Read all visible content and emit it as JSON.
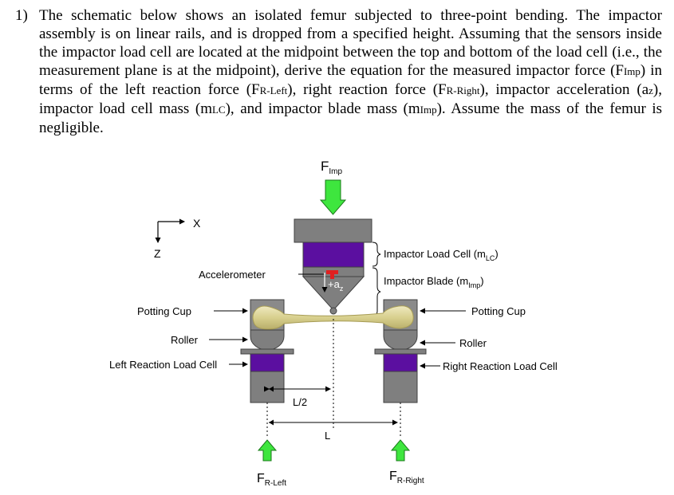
{
  "problem": {
    "number": "1)",
    "text_runs": [
      {
        "t": "The schematic below shows an isolated femur subjected to three-point bending. The impactor assembly is on linear rails, and is dropped from a specified height. Assuming that the sensors inside the impactor load cell are located at the midpoint between the top and bottom of the load cell (i.e., the measurement plane is at the midpoint), derive the equation for the measured impactor force (F"
      },
      {
        "t": "Imp",
        "sub": true
      },
      {
        "t": ") in terms of the left reaction force (F"
      },
      {
        "t": "R-Left",
        "sub": true
      },
      {
        "t": "), right reaction force (F"
      },
      {
        "t": "R-Right",
        "sub": true
      },
      {
        "t": "), impactor acceleration (a"
      },
      {
        "t": "z",
        "sub": true
      },
      {
        "t": "), impactor load cell mass (m"
      },
      {
        "t": "LC",
        "sub": true
      },
      {
        "t": "), and impactor blade mass (m"
      },
      {
        "t": "Imp",
        "sub": true
      },
      {
        "t": "). Assume the mass of the femur is negligible."
      }
    ]
  },
  "diagram": {
    "axes": {
      "x": "X",
      "z": "Z"
    },
    "f_imp": {
      "main": "F",
      "sub": "Imp"
    },
    "f_left": {
      "main": "F",
      "sub": "R-Left"
    },
    "f_right": {
      "main": "F",
      "sub": "R-Right"
    },
    "accel": {
      "main": "+a",
      "sub": "z"
    },
    "labels": {
      "accelerometer": "Accelerometer",
      "potting_cup_left": "Potting Cup",
      "potting_cup_right": "Potting Cup",
      "roller_left": "Roller",
      "roller_right": "Roller",
      "left_load_cell": "Left Reaction Load Cell",
      "right_load_cell": "Right Reaction Load Cell",
      "impactor_load_cell": {
        "main": "Impactor Load Cell (m",
        "sub": "LC",
        "end": ")"
      },
      "impactor_blade": {
        "main": "Impactor Blade (m",
        "sub": "Imp",
        "end": ")"
      },
      "half_span": "L/2",
      "span": "L"
    },
    "colors": {
      "gray": "#7f7f7f",
      "purple": "#5b0fa0",
      "green": "#3ee63e",
      "red": "#e02020",
      "bone": "#dcd59a"
    }
  }
}
